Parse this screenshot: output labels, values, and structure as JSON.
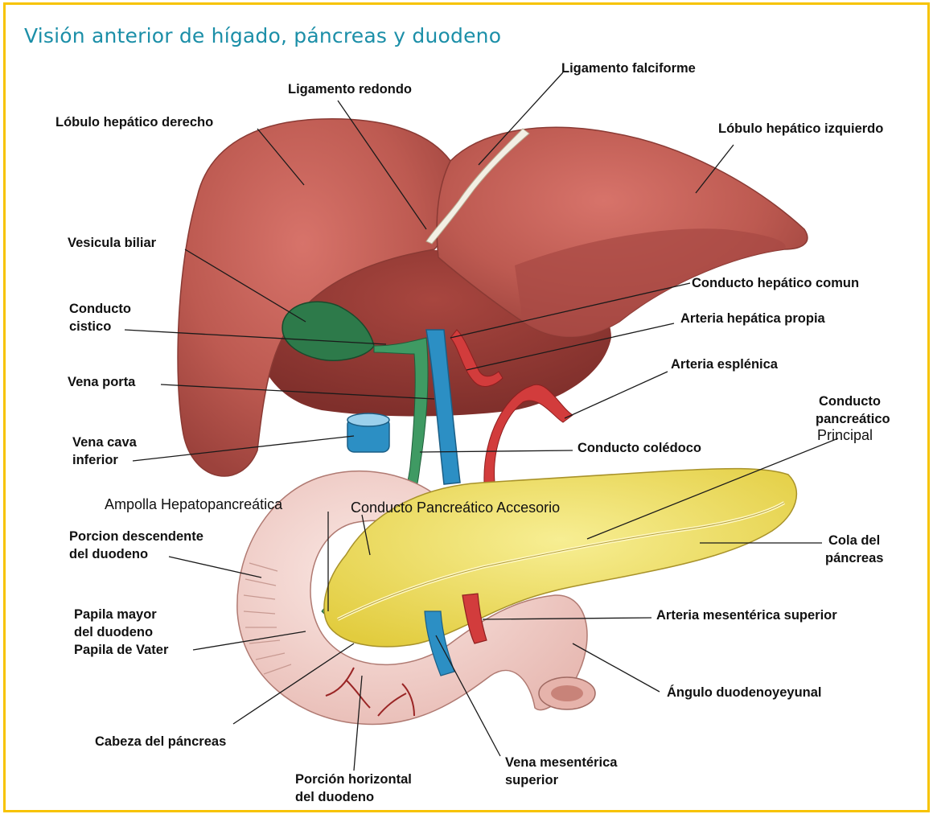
{
  "title": "Visión anterior de hígado, páncreas y duodeno",
  "colors": {
    "border": "#f7c300",
    "title": "#1c8fa8",
    "liver": "#b8524a",
    "gallbladder": "#2d7a4a",
    "vein_blue": "#2c8fc4",
    "artery_red": "#d23c3c",
    "pancreas": "#efe06a",
    "duodenum": "#f1d4cf"
  },
  "labels": {
    "ligamento_falciforme": "Ligamento falciforme",
    "ligamento_redondo": "Ligamento redondo",
    "lobulo_derecho": "Lóbulo hepático derecho",
    "lobulo_izquierdo": "Lóbulo hepático izquierdo",
    "vesicula": "Vesicula biliar",
    "conducto_cistico_1": "Conducto",
    "conducto_cistico_2": "cistico",
    "conducto_hepatico": "Conducto hepático comun",
    "arteria_hepatica": "Arteria hepática propia",
    "arteria_esplenica": "Arteria esplénica",
    "vena_porta": "Vena porta",
    "conducto_pancreatico_1": "Conducto",
    "conducto_pancreatico_2": "pancreático",
    "conducto_pancreatico_3": "Principal",
    "vena_cava_1": "Vena cava",
    "vena_cava_2": "inferior",
    "conducto_coledoco": "Conducto colédoco",
    "ampolla": "Ampolla Hepatopancreática",
    "conducto_accesorio": "Conducto Pancreático Accesorio",
    "porcion_descendente_1": "Porcion descendente",
    "porcion_descendente_2": "del duodeno",
    "cola_pancreas_1": "Cola del",
    "cola_pancreas_2": "páncreas",
    "papila_1": "Papila mayor",
    "papila_2": "del duodeno",
    "papila_3": "Papila de Vater",
    "arteria_mesenterica": "Arteria mesentérica superior",
    "angulo": "Ángulo duodenoyeyunal",
    "cabeza_pancreas": "Cabeza del páncreas",
    "vena_mesenterica_1": "Vena mesentérica",
    "vena_mesenterica_2": "superior",
    "porcion_horizontal_1": "Porción horizontal",
    "porcion_horizontal_2": "del duodeno"
  }
}
